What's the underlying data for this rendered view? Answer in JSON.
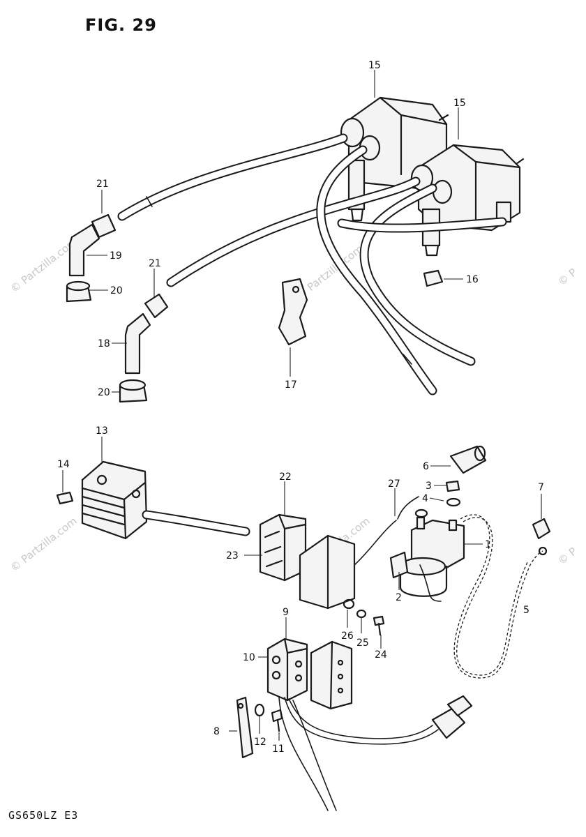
{
  "figure": {
    "title": "FIG. 29",
    "model_code": "GS650LZ E3"
  },
  "watermark": {
    "text": "© Partzilla.com",
    "short_left": "© P",
    "short_right": "© P"
  },
  "callouts": {
    "p1": "1",
    "p2": "2",
    "p3": "3",
    "p4": "4",
    "p5": "5",
    "p6": "6",
    "p7": "7",
    "p8": "8",
    "p9": "9",
    "p10": "10",
    "p11": "11",
    "p12": "12",
    "p13": "13",
    "p14": "14",
    "p15a": "15",
    "p15b": "15",
    "p16": "16",
    "p17": "17",
    "p18": "18",
    "p19": "19",
    "p20a": "20",
    "p20b": "20",
    "p21a": "21",
    "p21b": "21",
    "p22": "22",
    "p23": "23",
    "p24": "24",
    "p25": "25",
    "p26": "26",
    "p27": "27"
  }
}
